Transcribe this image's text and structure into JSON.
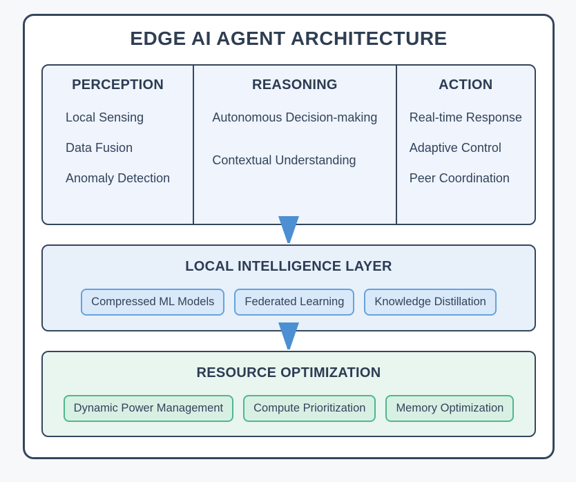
{
  "diagram": {
    "title": "EDGE AI AGENT ARCHITECTURE",
    "columns": [
      {
        "header": "PERCEPTION",
        "items": [
          "Local Sensing",
          "Data Fusion",
          "Anomaly Detection"
        ]
      },
      {
        "header": "REASONING",
        "items": [
          "Autonomous Decision-making",
          "Contextual Understanding"
        ]
      },
      {
        "header": "ACTION",
        "items": [
          "Real-time Response",
          "Adaptive Control",
          "Peer Coordination"
        ]
      }
    ],
    "layers": [
      {
        "title": "LOCAL INTELLIGENCE LAYER",
        "theme": "blue",
        "chips": [
          "Compressed ML Models",
          "Federated Learning",
          "Knowledge Distillation"
        ]
      },
      {
        "title": "RESOURCE OPTIMIZATION",
        "theme": "green",
        "chips": [
          "Dynamic Power Management",
          "Compute Prioritization",
          "Memory Optimization"
        ]
      }
    ],
    "icons": [
      "down-arrow-icon",
      "down-arrow-icon"
    ],
    "colors": {
      "page_background": "#f7f8fa",
      "card_background": "#ffffff",
      "dark_border": "#35465c",
      "text": "#2f3e52",
      "columns_fill": "#eff4fd",
      "blue_layer_fill": "#e8f0fa",
      "blue_chip_fill": "#d9e9f9",
      "blue_chip_border": "#64a2dd",
      "green_layer_fill": "#e9f5ef",
      "green_chip_fill": "#d8f0e4",
      "green_chip_border": "#4db88d",
      "arrow": "#4c8fd2"
    }
  }
}
